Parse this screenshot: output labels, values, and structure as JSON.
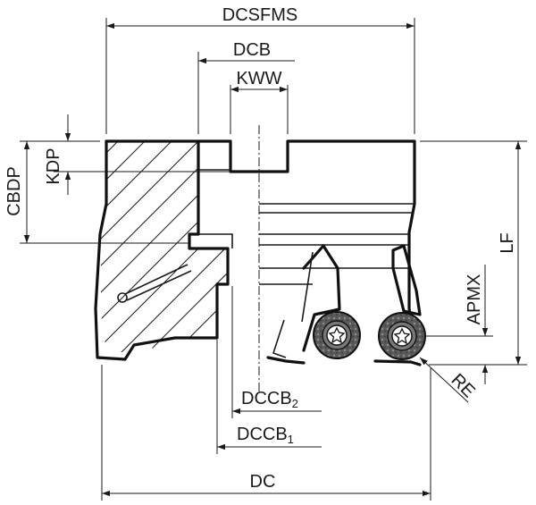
{
  "labels": {
    "dcsfms": "DCSFMS",
    "dcb": "DCB",
    "kww": "KWW",
    "cbdp": "CBDP",
    "kdp": "KDP",
    "lf": "LF",
    "apmx": "APMX",
    "re": "RE",
    "dccb2_main": "DCCB",
    "dccb2_sub": "2",
    "dccb1_main": "DCCB",
    "dccb1_sub": "1",
    "dc": "DC"
  },
  "colors": {
    "line": "#111111",
    "insert_dark": "#4a4a4a",
    "insert_light": "#9a9a9a",
    "background": "#ffffff"
  },
  "icons": {
    "insert_left": "torx-screw-insert",
    "insert_right": "torx-screw-insert"
  }
}
